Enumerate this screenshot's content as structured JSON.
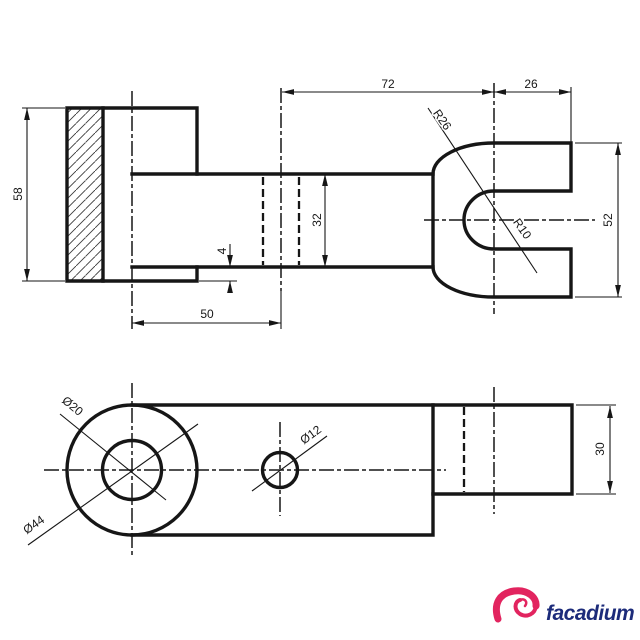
{
  "style": {
    "ink": "#161616"
  },
  "dims": {
    "top_width": "72",
    "fork_right_len": "26",
    "flange_height": "58",
    "shaft_height": "32",
    "lip_thickness": "4",
    "hole_offset": "50",
    "fork_height": "52",
    "outer_radius": "R26",
    "slot_radius": "R10",
    "bore_dia": "Ø20",
    "flange_dia": "Ø44",
    "hole_dia": "Ø12",
    "fork_thickness": "30"
  },
  "logo": {
    "text": "facadium",
    "icon": "spiral-swirl-icon",
    "icon_color": "#e2245f",
    "text_color": "#1c2b7a"
  }
}
